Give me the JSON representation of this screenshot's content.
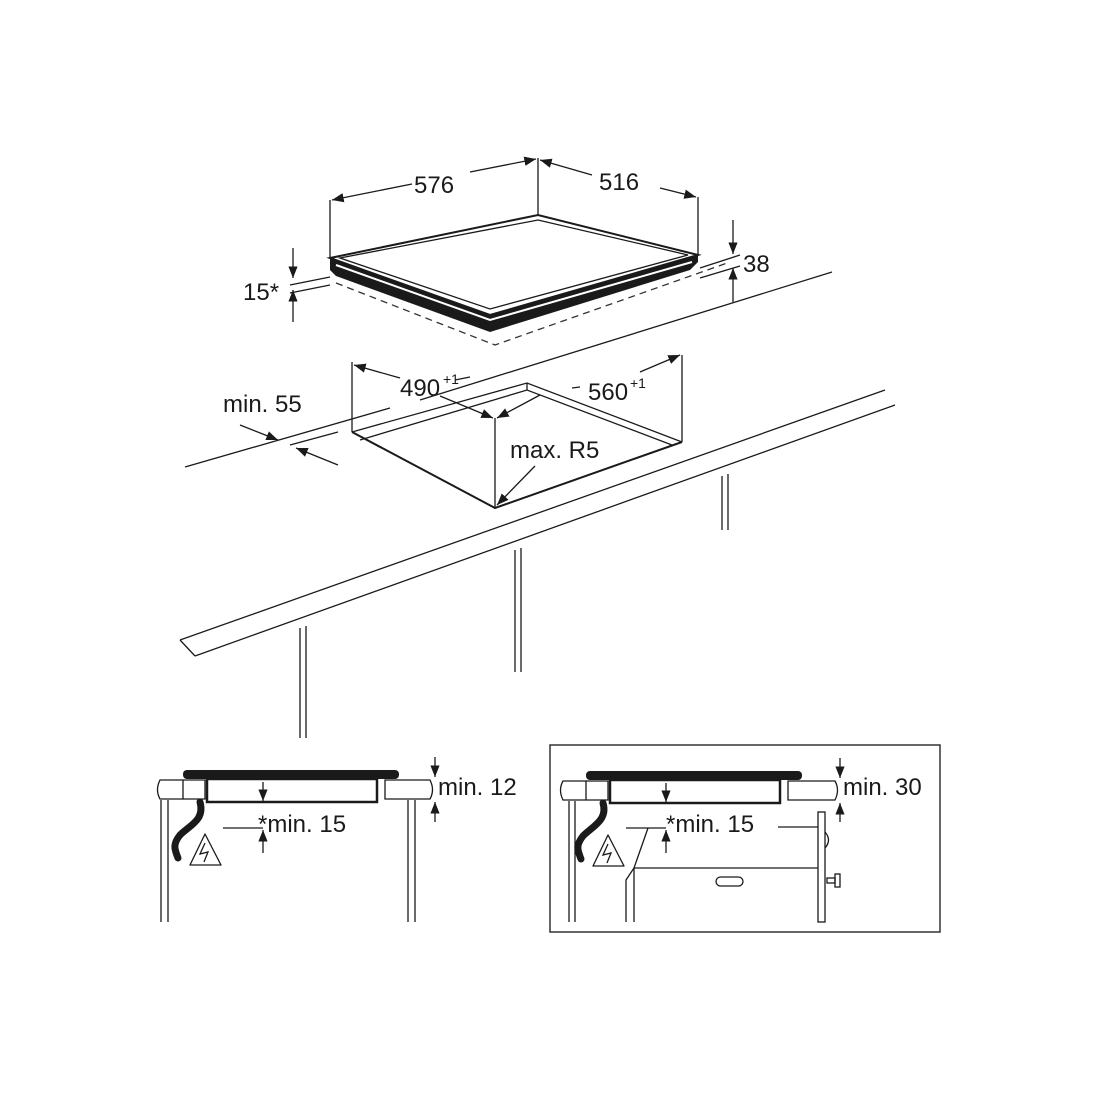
{
  "diagram": {
    "top_view": {
      "hob_width": "576",
      "hob_depth": "516",
      "hob_height": "38",
      "below_top": "15*",
      "cutout_width": "560",
      "cutout_width_tol": "+1",
      "cutout_depth": "490",
      "cutout_depth_tol": "+1",
      "edge_distance": "min. 55",
      "corner_radius": "max. R5"
    },
    "section_left": {
      "worktop_thickness": "min. 12",
      "clearance_below": "*min. 15",
      "warning_icon": "high-voltage-warning-icon"
    },
    "section_right": {
      "worktop_thickness": "min. 30",
      "clearance_below": "*min. 15",
      "warning_icon": "high-voltage-warning-icon"
    },
    "colors": {
      "line": "#1a1a1a",
      "background": "#ffffff"
    }
  }
}
